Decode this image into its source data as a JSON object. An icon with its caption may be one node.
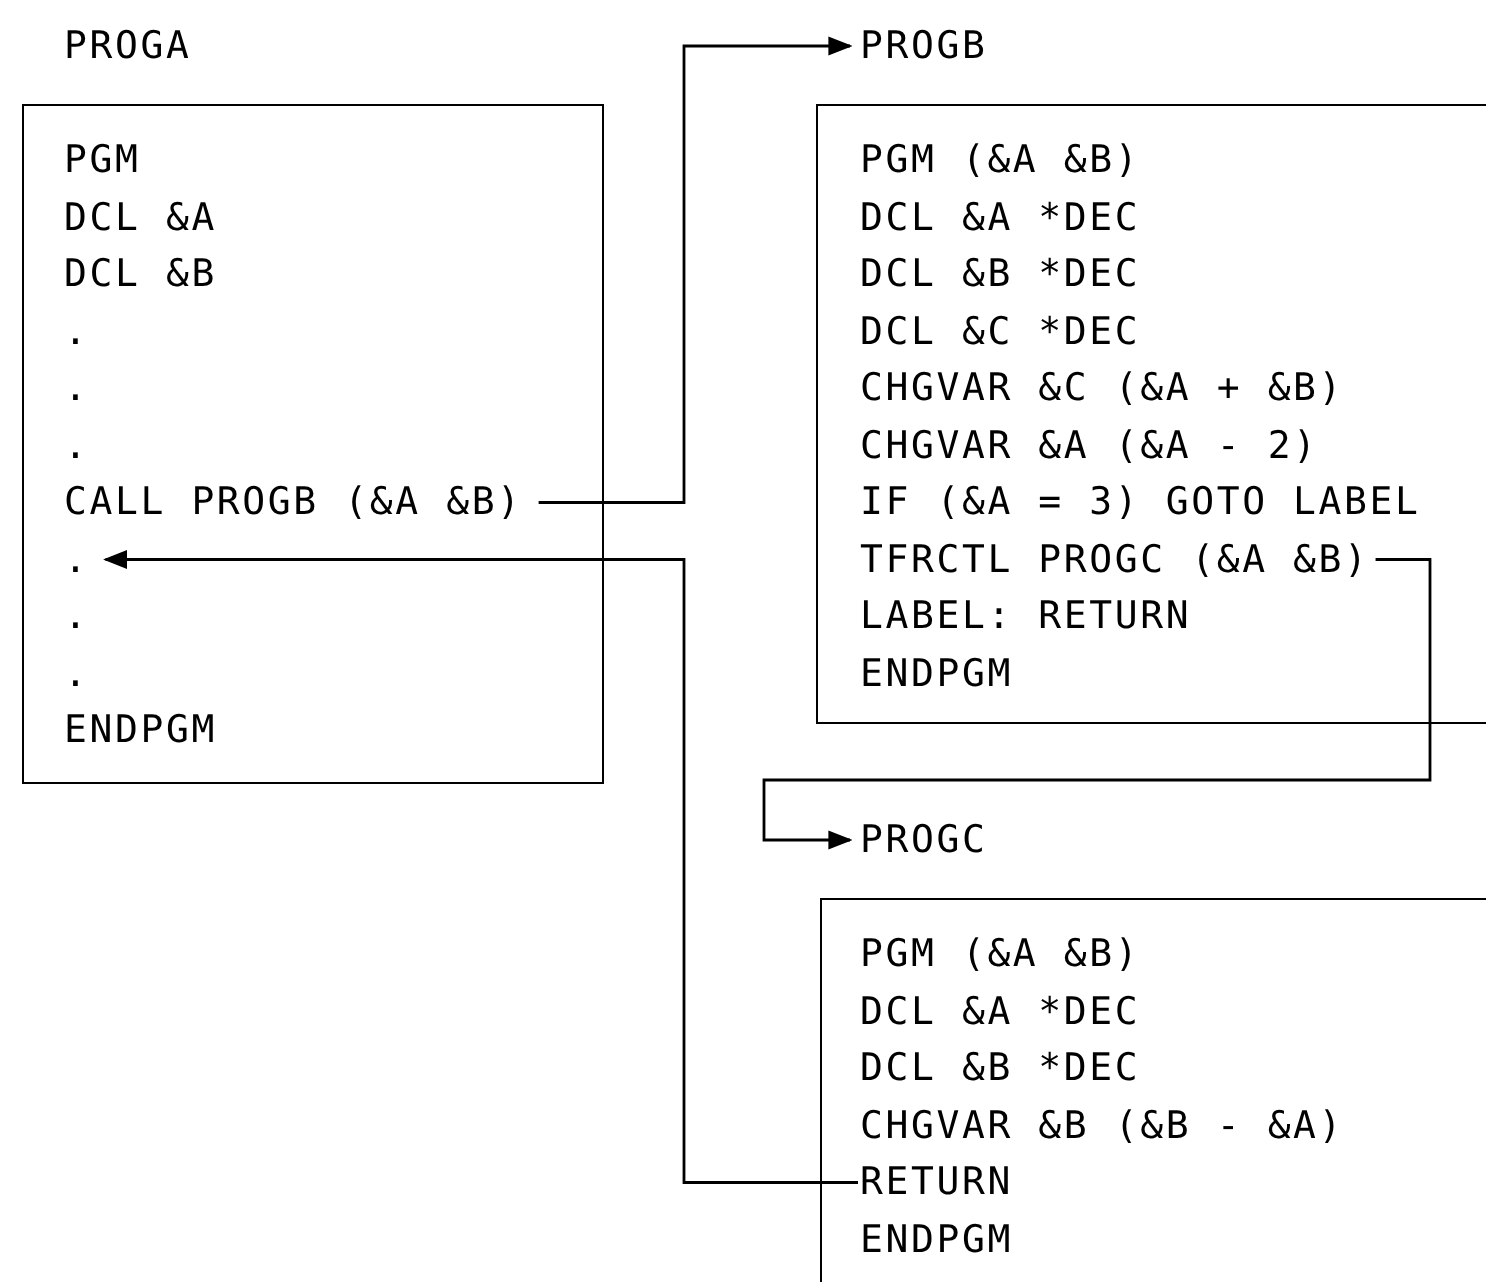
{
  "diagram": {
    "nodes": [
      {
        "text": [
          "PROGA"
        ]
      },
      {
        "text": [
          "PGM"
        ],
        "in": 0
      },
      {
        "text": [
          "DCL &A"
        ],
        "in": 0
      },
      {
        "text": [
          "DCL &B"
        ],
        "in": 0
      },
      {
        "text": [
          "."
        ],
        "in": 0
      },
      {
        "text": [
          "."
        ],
        "in": 0
      },
      {
        "text": [
          "."
        ],
        "in": 0
      },
      {
        "text": [
          "CALL PROGB (&A &B)"
        ],
        "in": 0
      },
      {
        "text": [
          "."
        ],
        "in": 0
      },
      {
        "text": [
          "."
        ],
        "in": 0
      },
      {
        "text": [
          "."
        ],
        "in": 0
      },
      {
        "text": [
          "ENDPGM"
        ],
        "in": 0
      },
      {
        "text": [
          "PROGB"
        ]
      },
      {
        "text": [
          "PGM (&A &B)"
        ],
        "in": 12
      },
      {
        "text": [
          "DCL &A *DEC"
        ],
        "in": 12
      },
      {
        "text": [
          "DCL &B *DEC"
        ],
        "in": 12
      },
      {
        "text": [
          "DCL &C *DEC"
        ],
        "in": 12
      },
      {
        "text": [
          "CHGVAR &C (&A + &B)"
        ],
        "in": 12
      },
      {
        "text": [
          "CHGVAR &A (&A - 2)"
        ],
        "in": 12
      },
      {
        "text": [
          "IF (&A = 3) GOTO LABEL"
        ],
        "in": 12
      },
      {
        "text": [
          "TFRCTL PROGC (&A &B)"
        ],
        "in": 12
      },
      {
        "text": [
          "LABEL: RETURN"
        ],
        "in": 12
      },
      {
        "text": [
          "ENDPGM"
        ],
        "in": 12
      },
      {
        "text": [
          "PROGC"
        ]
      },
      {
        "text": [
          "PGM (&A &B)"
        ],
        "in": 23
      },
      {
        "text": [
          "DCL &A *DEC"
        ],
        "in": 23
      },
      {
        "text": [
          "DCL &B *DEC"
        ],
        "in": 23
      },
      {
        "text": [
          "CHGVAR &B (&B - &A)"
        ],
        "in": 23
      },
      {
        "text": [
          "RETURN"
        ],
        "in": 23
      },
      {
        "text": [
          "ENDPGM"
        ],
        "in": 23
      }
    ],
    "edges": [
      {
        "from": 7,
        "to": 12,
        "arrow": "to"
      },
      {
        "from": 20,
        "to": 23,
        "arrow": "to"
      },
      {
        "from": 28,
        "to": 8,
        "arrow": "to"
      }
    ]
  }
}
